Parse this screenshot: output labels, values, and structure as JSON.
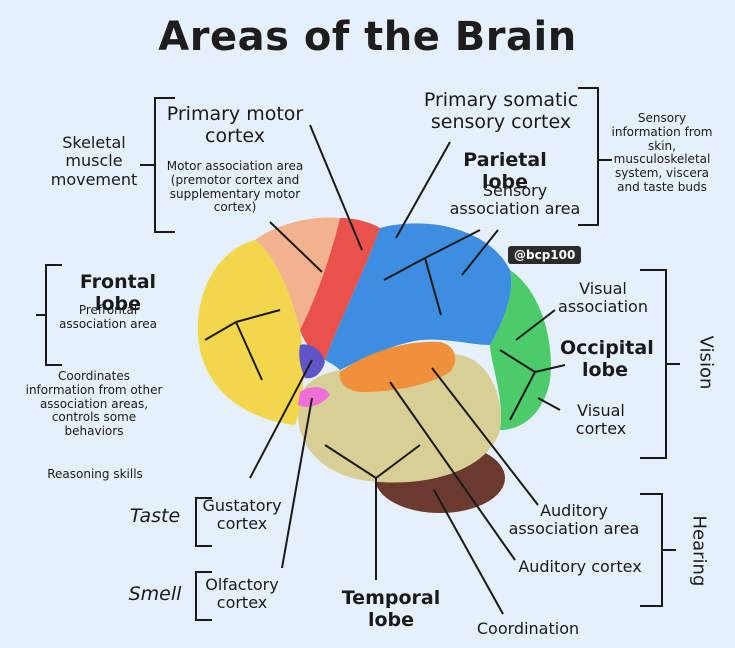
{
  "title": "Areas of the Brain",
  "watermark": "@bcp100",
  "labels": {
    "primary_motor_cortex": "Primary motor cortex",
    "motor_association": "Motor association area (premotor cortex and supplementary motor cortex)",
    "skeletal_muscle": "Skeletal muscle movement",
    "primary_somatic": "Primary somatic sensory cortex",
    "parietal_lobe": "Parietal lobe",
    "sensory_association": "Sensory association area",
    "sensory_info": "Sensory information from skin, musculoskeletal system, viscera and taste buds",
    "frontal_lobe": "Frontal lobe",
    "prefrontal": "Prefrontal association area",
    "coordinates_info": "Coordinates information from other association areas, controls some behaviors",
    "reasoning": "Reasoning skills",
    "visual_association": "Visual association",
    "occipital_lobe": "Occipital lobe",
    "visual_cortex": "Visual cortex",
    "vision": "Vision",
    "taste": "Taste",
    "gustatory": "Gustatory cortex",
    "smell": "Smell",
    "olfactory": "Olfactory cortex",
    "temporal_lobe": "Temporal lobe",
    "auditory_association": "Auditory association area",
    "auditory_cortex": "Auditory cortex",
    "hearing": "Hearing",
    "coordination": "Coordination"
  },
  "colors": {
    "background": "#e6f0fb",
    "frontal": "#f2d64b",
    "premotor": "#f3b28e",
    "motor": "#e8524b",
    "somatic": "#3d8de0",
    "auditory_assoc": "#f0903a",
    "temporal": "#d8cf96",
    "occipital": "#4ccb6a",
    "gustatory": "#5e56c8",
    "olfactory": "#f06fd6",
    "cerebellum": "#6b3a2e"
  }
}
